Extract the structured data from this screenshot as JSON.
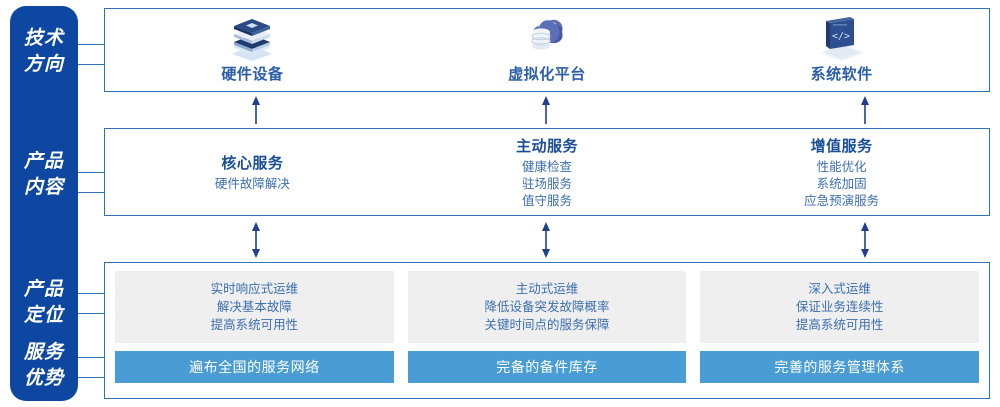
{
  "colors": {
    "rail_blue": "#0d47a1",
    "box_border": "#2f72b8",
    "title_blue": "#1a4f97",
    "text_blue": "#3b6fb0",
    "grey_card": "#efefef",
    "bar_blue": "#4a9dd4",
    "arrow_blue": "#1f3f8f"
  },
  "rail": {
    "labels": [
      {
        "text": "技术\n方向",
        "name": "rail-label-technology"
      },
      {
        "text": "产品\n内容",
        "name": "rail-label-product-content"
      },
      {
        "text": "产品\n定位",
        "name": "rail-label-product-positioning"
      },
      {
        "text": "服务\n优势",
        "name": "rail-label-service-advantage"
      }
    ]
  },
  "technology": {
    "columns": [
      {
        "icon": "server-stack-icon",
        "label": "硬件设备"
      },
      {
        "icon": "cloud-database-icon",
        "label": "虚拟化平台"
      },
      {
        "icon": "software-code-icon",
        "label": "系统软件"
      }
    ]
  },
  "product_content": {
    "columns": [
      {
        "title": "核心服务",
        "items": [
          "硬件故障解决"
        ]
      },
      {
        "title": "主动服务",
        "items": [
          "健康检查",
          "驻场服务",
          "值守服务"
        ]
      },
      {
        "title": "增值服务",
        "items": [
          "性能优化",
          "系统加固",
          "应急预演服务"
        ]
      }
    ]
  },
  "bottom": {
    "columns": [
      {
        "positioning": [
          "实时响应式运维",
          "解决基本故障",
          "提高系统可用性"
        ],
        "advantage": "遍布全国的服务网络"
      },
      {
        "positioning": [
          "主动式运维",
          "降低设备突发故障概率",
          "关键时间点的服务保障"
        ],
        "advantage": "完备的备件库存"
      },
      {
        "positioning": [
          "深入式运维",
          "保证业务连续性",
          "提高系统可用性"
        ],
        "advantage": "完善的服务管理体系"
      }
    ]
  },
  "arrows": {
    "up_row": {
      "name": "arrow-up",
      "count": 3
    },
    "double_row": {
      "name": "arrow-up-down",
      "count": 3
    }
  }
}
